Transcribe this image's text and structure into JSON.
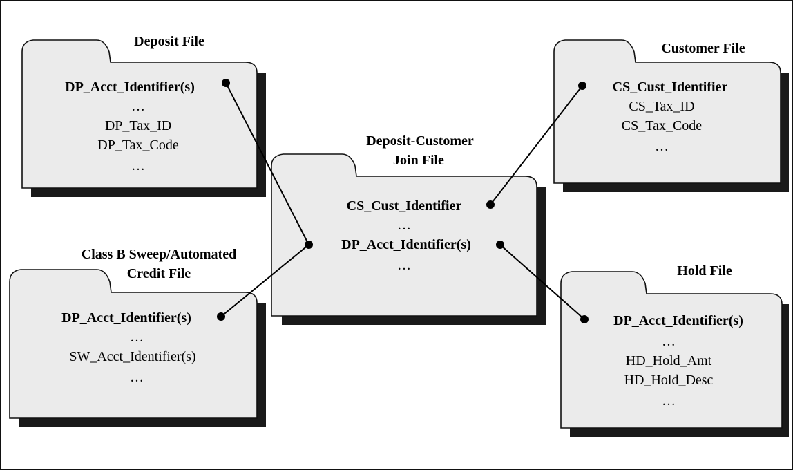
{
  "diagram": {
    "deposit_file": {
      "title": "Deposit File",
      "fields": [
        "DP_Acct_Identifier(s)",
        "…",
        "DP_Tax_ID",
        "DP_Tax_Code",
        "…"
      ]
    },
    "customer_file": {
      "title": "Customer File",
      "fields": [
        "CS_Cust_Identifier",
        "CS_Tax_ID",
        "CS_Tax_Code",
        "…"
      ]
    },
    "join_file": {
      "title_line1": "Deposit-Customer",
      "title_line2": "Join File",
      "fields": [
        "CS_Cust_Identifier",
        "…",
        "DP_Acct_Identifier(s)",
        "…"
      ]
    },
    "sweep_file": {
      "title_line1": "Class B Sweep/Automated",
      "title_line2": "Credit File",
      "fields": [
        "DP_Acct_Identifier(s)",
        "…",
        "SW_Acct_Identifier(s)",
        "…"
      ]
    },
    "hold_file": {
      "title": "Hold File",
      "fields": [
        "DP_Acct_Identifier(s)",
        "…",
        "HD_Hold_Amt",
        "HD_Hold_Desc",
        "…"
      ]
    }
  }
}
